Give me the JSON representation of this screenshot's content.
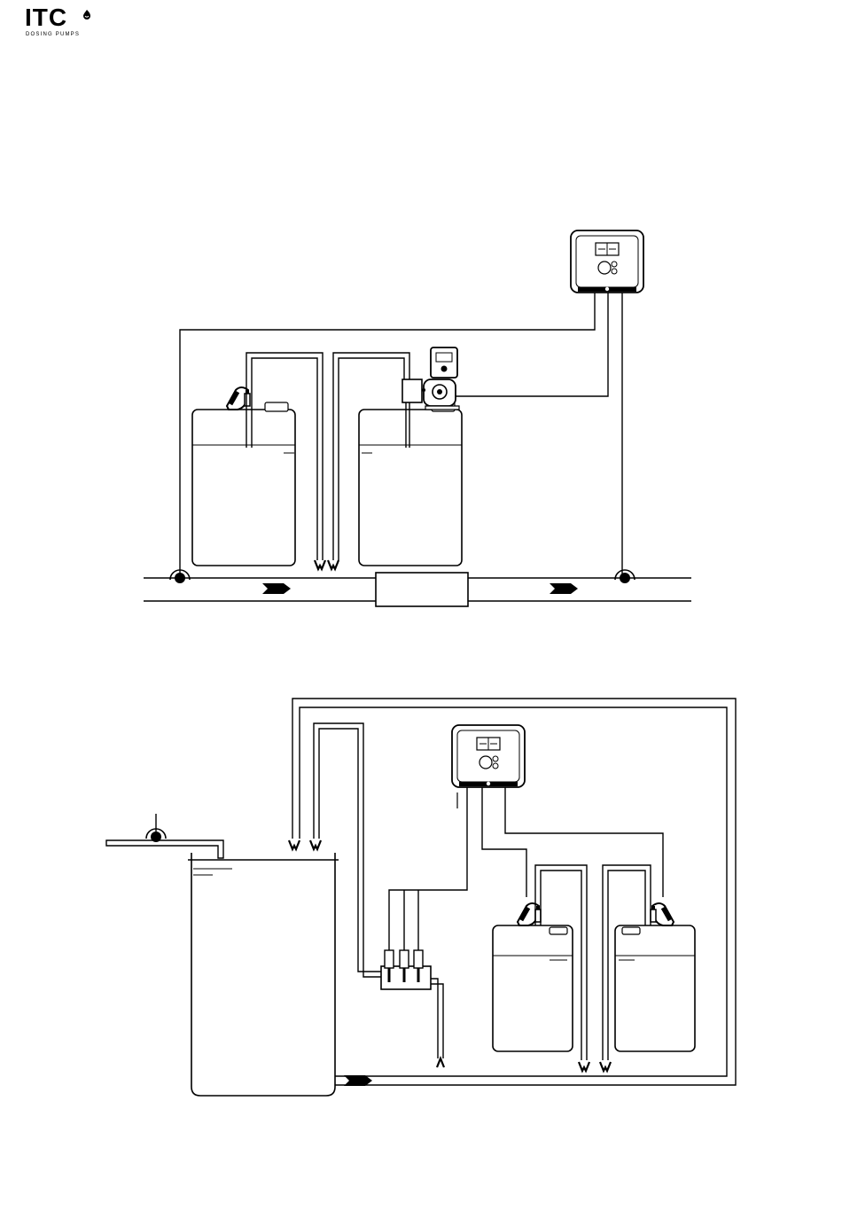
{
  "brand": {
    "name": "ITC",
    "tagline": "DOSING PUMPS"
  },
  "diagrams": [
    {
      "id": "top",
      "elements": [
        "controller",
        "pump-on-tank-left",
        "multifunction-pump-on-tank-right",
        "main-pipe",
        "flow-arrows",
        "treatment-box",
        "sensor-probe-left",
        "sensor-probe-right"
      ]
    },
    {
      "id": "bottom",
      "elements": [
        "controller",
        "pool-tank",
        "inlet-pipe",
        "probe-holder",
        "pump-tank-left",
        "pump-tank-right",
        "return-pipe",
        "flow-arrow"
      ]
    }
  ],
  "colors": {
    "line": "#000000",
    "background": "#ffffff"
  }
}
